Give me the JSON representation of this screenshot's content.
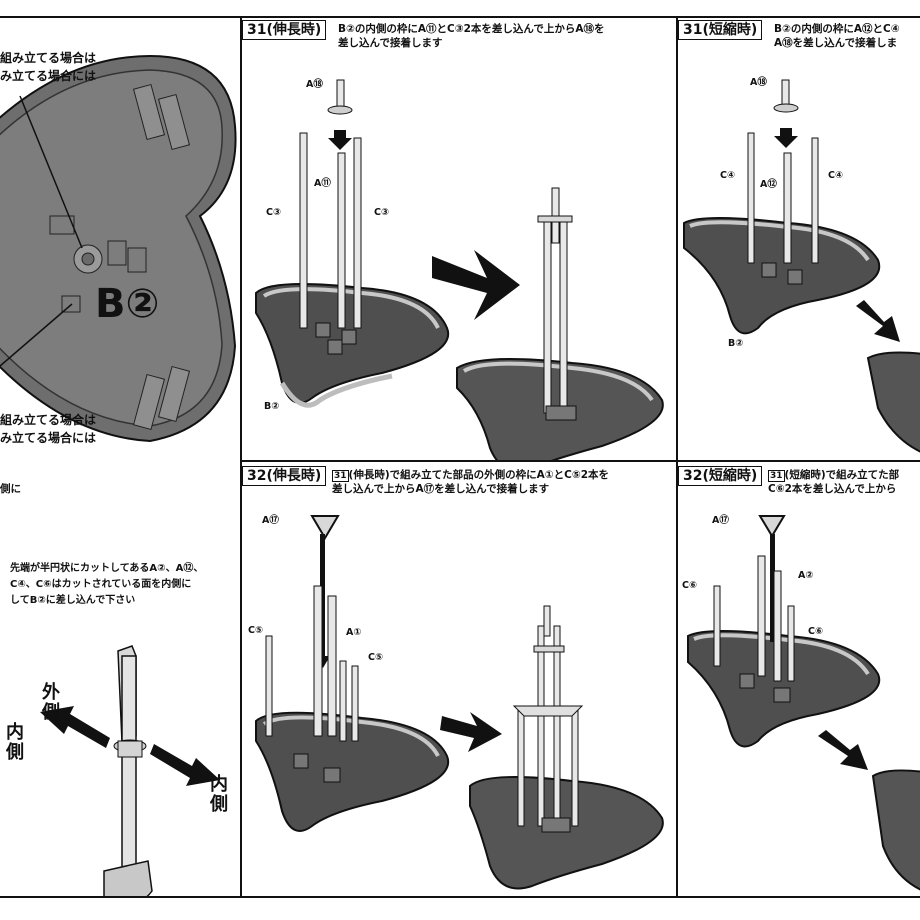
{
  "left_panel": {
    "base_label": "B②",
    "top_note_1": "組み立てる場合は",
    "top_note_2": "み立てる場合には",
    "bottom_note_1": "組み立てる場合は",
    "bottom_note_2": "み立てる場合には",
    "small_note": "側に",
    "cut_note_1": "先端が半円状にカットしてあるA②、A⑫、",
    "cut_note_2": "C④、C⑥はカットされている面を内側に",
    "cut_note_3": "してB②に差し込んで下さい",
    "outside_label": "外側",
    "inside_label_left": "内側",
    "inside_label_right": "内側"
  },
  "step31_ext": {
    "title": "31(伸長時)",
    "text_1": "B②の内側の枠にA⑪とC③2本を差し込んで上からA⑱を",
    "text_2": "差し込んで接着します",
    "labels": {
      "a18": "A⑱",
      "a11": "A⑪",
      "c3_left": "C③",
      "c3_right": "C③",
      "b2": "B②"
    }
  },
  "step31_short": {
    "title": "31(短縮時)",
    "text_1": "B②の内側の枠にA⑫とC④",
    "text_2": "A⑱を差し込んで接着しま",
    "labels": {
      "a18": "A⑱",
      "a12": "A⑫",
      "c4_left": "C④",
      "c4_right": "C④",
      "b2": "B②"
    }
  },
  "step32_ext": {
    "title": "32(伸長時)",
    "ref": "31",
    "text_1": "(伸長時)で組み立てた部品の外側の枠にA①とC⑤2本を",
    "text_2": "差し込んで上からA⑰を差し込んで接着します",
    "labels": {
      "a17": "A⑰",
      "c5_left": "C⑤",
      "a1": "A①",
      "c5_right": "C⑤"
    }
  },
  "step32_short": {
    "title": "32(短縮時)",
    "ref": "31",
    "text_1": "(短縮時)で組み立てた部",
    "text_2": "C⑥2本を差し込んで上から",
    "labels": {
      "a17": "A⑰",
      "c6_left": "C⑥",
      "a2": "A②",
      "c6_right": "C⑥"
    }
  },
  "colors": {
    "line": "#111111",
    "base_dark": "#4a4a4a",
    "base_mid": "#8a8a8a",
    "base_light": "#c8c8c8",
    "post": "#e6e6e6"
  }
}
